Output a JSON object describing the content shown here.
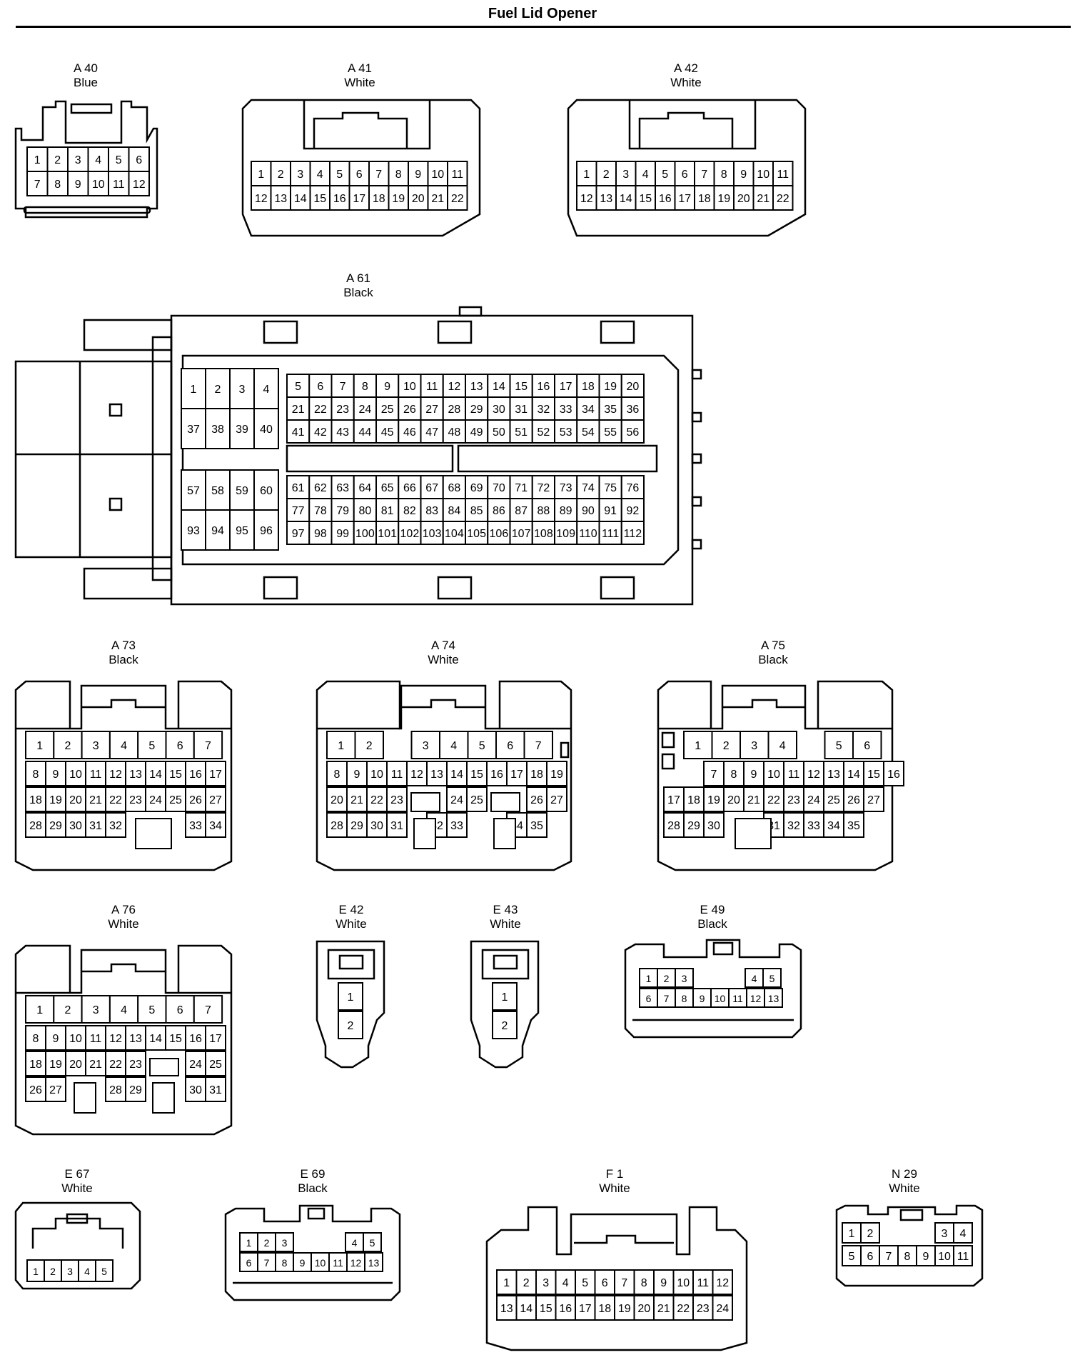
{
  "title": "Fuel Lid Opener",
  "connectors": [
    {
      "id": "A 40",
      "color": "Blue"
    },
    {
      "id": "A 41",
      "color": "White"
    },
    {
      "id": "A 42",
      "color": "White"
    },
    {
      "id": "A 61",
      "color": "Black"
    },
    {
      "id": "A 73",
      "color": "Black"
    },
    {
      "id": "A 74",
      "color": "White"
    },
    {
      "id": "A 75",
      "color": "Black"
    },
    {
      "id": "A 76",
      "color": "White"
    },
    {
      "id": "E 42",
      "color": "White"
    },
    {
      "id": "E 43",
      "color": "White"
    },
    {
      "id": "E 49",
      "color": "Black"
    },
    {
      "id": "E 67",
      "color": "White"
    },
    {
      "id": "E 69",
      "color": "Black"
    },
    {
      "id": "F 1",
      "color": "White"
    },
    {
      "id": "N 29",
      "color": "White"
    }
  ]
}
